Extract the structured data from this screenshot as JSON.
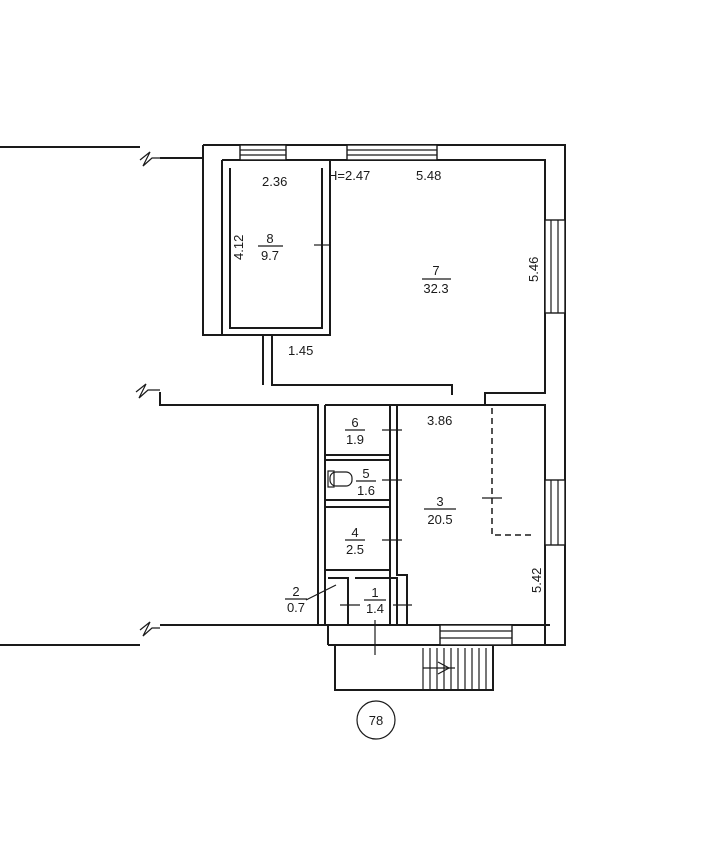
{
  "plan": {
    "height_label": "H=2.47",
    "plan_number": "78",
    "rooms": [
      {
        "id": "1",
        "area": "1.4"
      },
      {
        "id": "2",
        "area": "0.7"
      },
      {
        "id": "3",
        "area": "20.5"
      },
      {
        "id": "4",
        "area": "2.5"
      },
      {
        "id": "5",
        "area": "1.6"
      },
      {
        "id": "6",
        "area": "1.9"
      },
      {
        "id": "7",
        "area": "32.3"
      },
      {
        "id": "8",
        "area": "9.7"
      }
    ],
    "dimensions": {
      "d_236": "2.36",
      "d_548": "5.48",
      "d_412": "4.12",
      "d_546": "5.46",
      "d_145": "1.45",
      "d_386": "3.86",
      "d_542": "5.42"
    }
  }
}
